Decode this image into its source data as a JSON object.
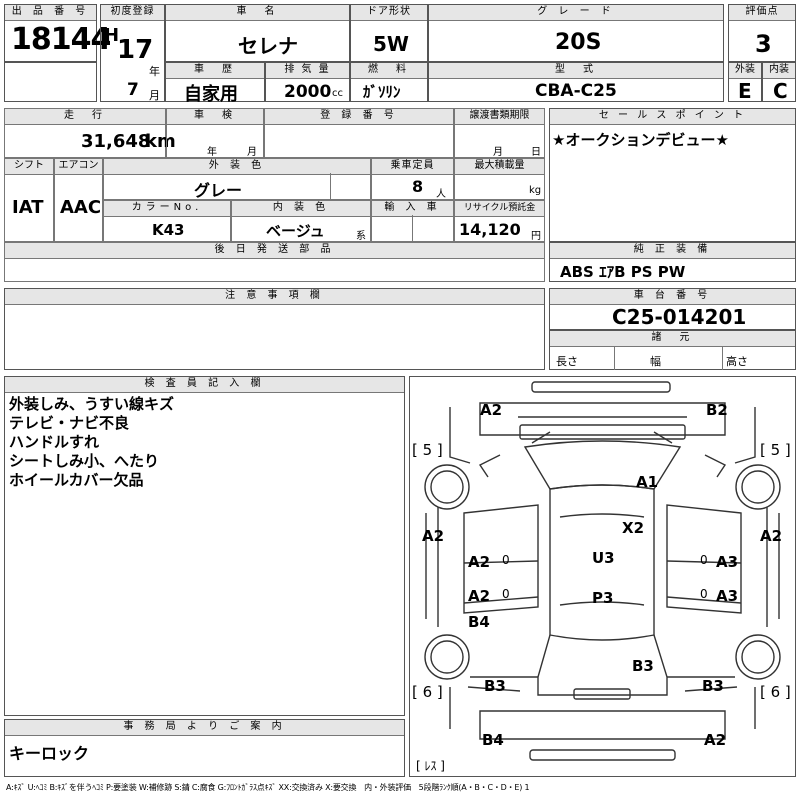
{
  "header": {
    "lot_label": "出 品 番 号",
    "lot_number": "18144",
    "first_reg_label": "初度登録",
    "era": "H",
    "year": "17",
    "year_unit": "年",
    "month": "7",
    "month_unit": "月",
    "car_name_label": "車　名",
    "car_name": "セレナ",
    "door_label": "ドア形状",
    "door": "5W",
    "grade_label": "グ レ ー ド",
    "grade": "20S",
    "score_label": "評価点",
    "score": "3",
    "history_label": "車　歴",
    "history": "自家用",
    "displacement_label": "排 気 量",
    "displacement": "2000",
    "displacement_unit": "cc",
    "fuel_label": "燃　料",
    "fuel": "ｶﾞｿﾘﾝ",
    "model_label": "型　式",
    "model": "CBA-C25",
    "exterior_label": "外装",
    "exterior_grade": "E",
    "interior_label": "内装",
    "interior_grade": "C"
  },
  "mid": {
    "mileage_label": "走　行",
    "mileage": "31,648",
    "mileage_unit": "km",
    "inspection_label": "車　検",
    "insp_year_unit": "年",
    "insp_month_unit": "月",
    "registration_label": "登 録 番 号",
    "transfer_label": "譲渡書類期限",
    "transfer_month_unit": "月",
    "transfer_day_unit": "日",
    "shift_label": "シフト",
    "shift": "IAT",
    "ac_label": "エアコン",
    "ac": "AAC",
    "exterior_color_label": "外 装 色",
    "exterior_color": "グレー",
    "capacity_label": "乗車定員",
    "capacity": "8",
    "capacity_unit": "人",
    "max_load_label": "最大積載量",
    "max_load_unit": "kg",
    "color_no_label": "カラーNo.",
    "color_no": "K43",
    "interior_color_label": "内 装 色",
    "interior_color": "ベージュ",
    "interior_color_suffix": "系",
    "import_label": "輸 入 車",
    "recycle_label": "リサイクル預託金",
    "recycle": "14,120",
    "recycle_unit": "円",
    "later_parts_label": "後 日 発 送 部 品",
    "sales_point_label": "セ ー ル ス ポ イ ン ト",
    "sales_point": "★オークションデビュー★",
    "equipment_label": "純 正 装 備",
    "equipment": "ABS ｴｱB PS PW",
    "notes_label": "注 意 事 項 欄",
    "chassis_label": "車 台 番 号",
    "chassis": "C25-014201",
    "specs_label": "諸　元",
    "length_label": "長さ",
    "width_label": "幅",
    "height_label": "高さ"
  },
  "inspector": {
    "label": "検 査 員 記 入 欄",
    "lines": [
      "外装しみ、うすい線キズ",
      "テレビ・ナビ不良",
      "ハンドルすれ",
      "シートしみ小、へたり",
      "ホイールカバー欠品"
    ]
  },
  "office": {
    "label": "事 務 局 よ り ご 案 内",
    "text": "キーロック"
  },
  "diagram": {
    "marks": [
      "A2",
      "B2",
      "[ 5 ]",
      "[ 5 ]",
      "A1",
      "X2",
      "A2",
      "A2",
      "A2",
      "U3",
      "A3",
      "A3",
      "A2",
      "P3",
      "A3",
      "B4",
      "B3",
      "B3",
      "B3",
      "[ 6 ]",
      "[ 6 ]",
      "B4",
      "A2",
      "[ ﾚｽ ]"
    ],
    "tire_marks": [
      "0",
      "0",
      "0",
      "0"
    ]
  },
  "legend": "A:ｷｽﾞ U:ﾍｺﾐ B:ｷｽﾞを伴うﾍｺﾐ P:要塗装 W:補修跡 S:錆 C:腐食 G:ﾌﾛﾝﾄｶﾞﾗｽ点ｷｽﾞ XX:交換済み X:要交換　内・外装評価　5段階ﾗﾝｸ順(A・B・C・D・E) 1"
}
